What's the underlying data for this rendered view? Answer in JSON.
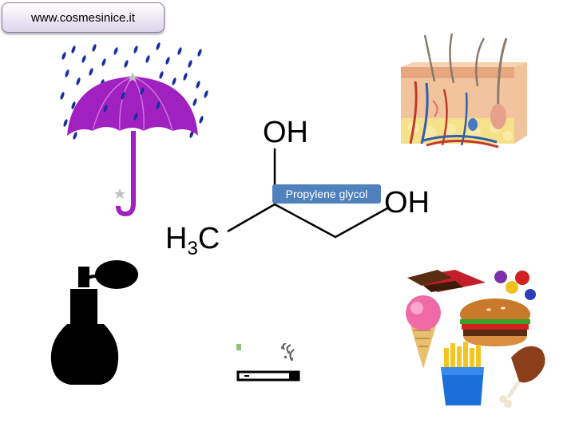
{
  "header": {
    "site_url": "www.cosmesinice.it"
  },
  "molecule": {
    "name": "Propylene glycol",
    "oh_top": "OH",
    "oh_right": "OH",
    "methyl_h": "H",
    "methyl_sub": "3",
    "methyl_c": "C"
  },
  "icons": {
    "umbrella": "umbrella-rain-icon",
    "skin": "skin-cross-section-icon",
    "perfume": "perfume-bottle-icon",
    "cigarette": "cigarette-icon",
    "food": "junk-food-icon"
  },
  "colors": {
    "umbrella": "#a020c0",
    "label_bg": "#4f81bd",
    "rain": "#1a2f9e"
  }
}
